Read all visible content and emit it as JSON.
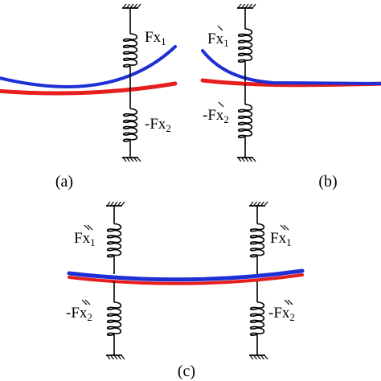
{
  "colors": {
    "beam_deformed": "#1f2fd6",
    "beam_reference": "#e61e1e",
    "ink": "#000000"
  },
  "panels": {
    "a": {
      "caption": "(a)",
      "upper_force": {
        "prefix": "",
        "letters": "Fx",
        "sub": "1",
        "primes": 0
      },
      "lower_force": {
        "prefix": "-",
        "letters": "Fx",
        "sub": "2",
        "primes": 0
      }
    },
    "b": {
      "caption": "(b)",
      "upper_force": {
        "prefix": "",
        "letters": "Fx",
        "sub": "1",
        "primes": 1
      },
      "lower_force": {
        "prefix": "-",
        "letters": "Fx",
        "sub": "2",
        "primes": 1
      }
    },
    "c": {
      "caption": "(c)",
      "left_upper_force": {
        "prefix": "",
        "letters": "Fx",
        "sub": "1",
        "primes": 2
      },
      "left_lower_force": {
        "prefix": "-",
        "letters": "Fx",
        "sub": "2",
        "primes": 2
      },
      "right_upper_force": {
        "prefix": "",
        "letters": "Fx",
        "sub": "1",
        "primes": 2
      },
      "right_lower_force": {
        "prefix": "-",
        "letters": "Fx",
        "sub": "2",
        "primes": 2
      }
    }
  }
}
